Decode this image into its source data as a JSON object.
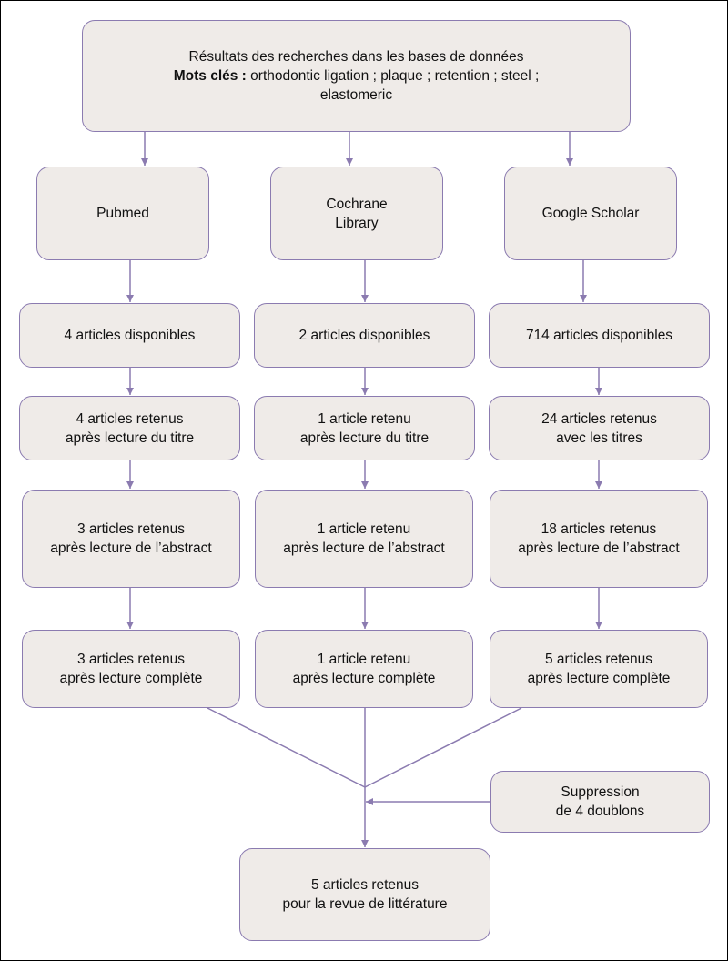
{
  "top": {
    "line1": "Résultats des recherches dans les bases de données",
    "keywords_label": "Mots clés :",
    "keywords": "orthodontic ligation ; plaque ; retention ; steel ;",
    "line3": "elastomeric"
  },
  "sources": [
    {
      "l1": "Pubmed",
      "l2": ""
    },
    {
      "l1": "Cochrane",
      "l2": "Library"
    },
    {
      "l1": "Google Scholar",
      "l2": ""
    }
  ],
  "available": [
    "4 articles disponibles",
    "2 articles disponibles",
    "714 articles disponibles"
  ],
  "titles": [
    {
      "l1": "4 articles retenus",
      "l2": "après lecture du titre"
    },
    {
      "l1": "1 article retenu",
      "l2": "après lecture du titre"
    },
    {
      "l1": "24 articles retenus",
      "l2": "avec les titres"
    }
  ],
  "abstracts": [
    {
      "l1": "3 articles retenus",
      "l2": "après lecture de l’abstract"
    },
    {
      "l1": "1 article retenu",
      "l2": "après lecture de l’abstract"
    },
    {
      "l1": "18 articles retenus",
      "l2": "après lecture de l’abstract"
    }
  ],
  "complete": [
    {
      "l1": "3 articles retenus",
      "l2": "après lecture complète"
    },
    {
      "l1": "1 article retenu",
      "l2": "après lecture complète"
    },
    {
      "l1": "5 articles retenus",
      "l2": "après lecture complète"
    }
  ],
  "duplicates": {
    "l1": "Suppression",
    "l2": "de 4 doublons"
  },
  "final": {
    "l1": "5 articles retenus",
    "l2": "pour la revue de littérature"
  },
  "colors": {
    "box_fill": "#efebe8",
    "box_border": "#8b7bb0",
    "line": "#8b7bb0"
  }
}
